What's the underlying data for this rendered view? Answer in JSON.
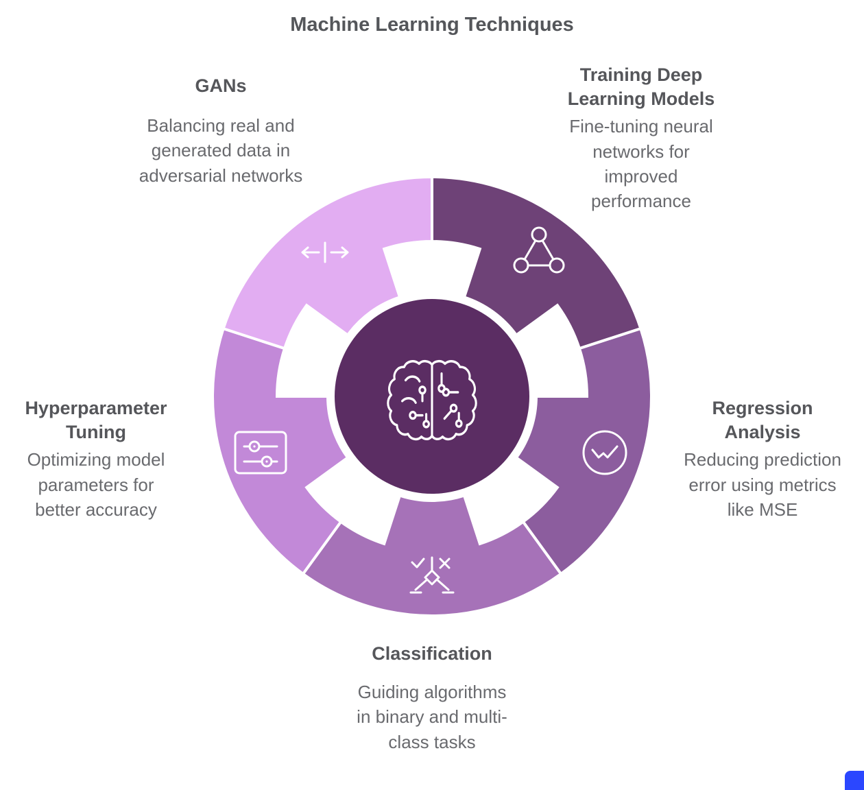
{
  "title": "Machine Learning Techniques",
  "colors": {
    "background": "#ffffff",
    "center": "#5b2d63",
    "heading_text": "#55565a",
    "body_text": "#696a6e",
    "badge": "#2b47ff"
  },
  "center": {
    "icon": "brain-circuit-icon"
  },
  "segments": [
    {
      "id": "training-deep-learning-models",
      "label": "Training Deep Learning Models",
      "description": "Fine-tuning neural networks for improved performance",
      "color": "#6e4277",
      "icon": "network-triangle-icon"
    },
    {
      "id": "regression-analysis",
      "label": "Regression Analysis",
      "description": "Reducing prediction error using metrics like MSE",
      "color": "#8c5d9e",
      "icon": "line-chart-icon"
    },
    {
      "id": "classification",
      "label": "Classification",
      "description": "Guiding algorithms in binary and multi-class tasks",
      "color": "#a672b8",
      "icon": "decision-tree-icon"
    },
    {
      "id": "hyperparameter-tuning",
      "label": "Hyperparameter Tuning",
      "description": "Optimizing model parameters for better accuracy",
      "color": "#c289d8",
      "icon": "sliders-icon"
    },
    {
      "id": "gans",
      "label": "GANs",
      "description": "Balancing real and generated data in adversarial networks",
      "color": "#e2adf2",
      "icon": "gan-arrows-icon"
    }
  ]
}
